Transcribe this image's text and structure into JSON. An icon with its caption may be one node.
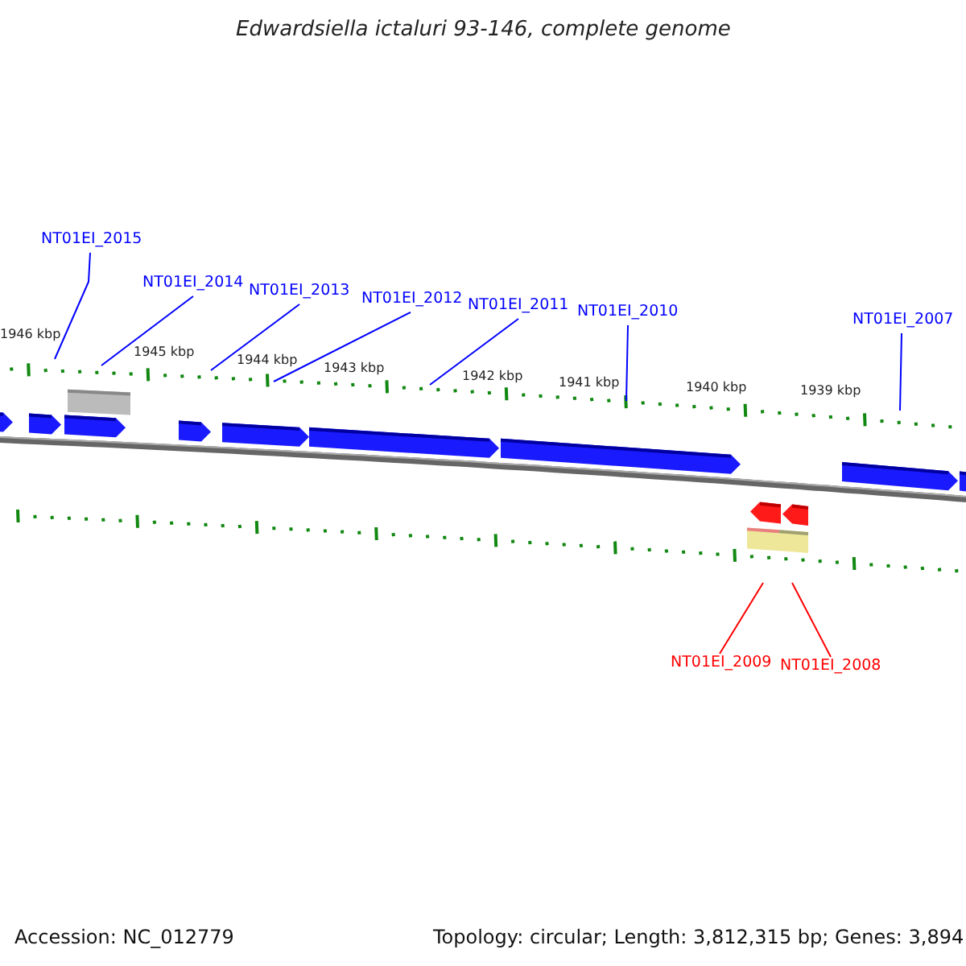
{
  "diagram": {
    "title": "Edwardsiella ictaluri 93-146, complete genome",
    "nodes": [
      {
        "text": [
          "NT01EI_2015"
        ]
      },
      {
        "text": [
          "NT01EI_2014"
        ]
      },
      {
        "text": [
          "NT01EI_2013"
        ]
      },
      {
        "text": [
          "NT01EI_2012"
        ]
      },
      {
        "text": [
          "NT01EI_2011"
        ]
      },
      {
        "text": [
          "NT01EI_2010"
        ]
      },
      {
        "text": [
          "NT01EI_2007"
        ]
      },
      {
        "text": [
          "NT01EI_2009"
        ]
      },
      {
        "text": [
          "NT01EI_2008"
        ]
      }
    ],
    "edges": [
      {
        "from": 0,
        "to": null,
        "arrow": "none"
      },
      {
        "from": 1,
        "to": null,
        "arrow": "none"
      },
      {
        "from": 2,
        "to": null,
        "arrow": "none"
      },
      {
        "from": 3,
        "to": null,
        "arrow": "none"
      },
      {
        "from": 4,
        "to": null,
        "arrow": "none"
      },
      {
        "from": 5,
        "to": null,
        "arrow": "none"
      },
      {
        "from": 6,
        "to": null,
        "arrow": "none"
      },
      {
        "from": 7,
        "to": null,
        "arrow": "none",
        "color": "#ff0000"
      },
      {
        "from": 8,
        "to": null,
        "arrow": "none",
        "color": "#ff0000"
      }
    ],
    "labels": [
      "1946 kbp",
      "1945 kbp",
      "1944 kbp",
      "1943 kbp",
      "1942 kbp",
      "1941 kbp",
      "1940 kbp",
      "1939 kbp",
      "Accession: NC_012779",
      "Topology: circular; Length: 3,812,315 bp; Genes: 3,894"
    ]
  }
}
